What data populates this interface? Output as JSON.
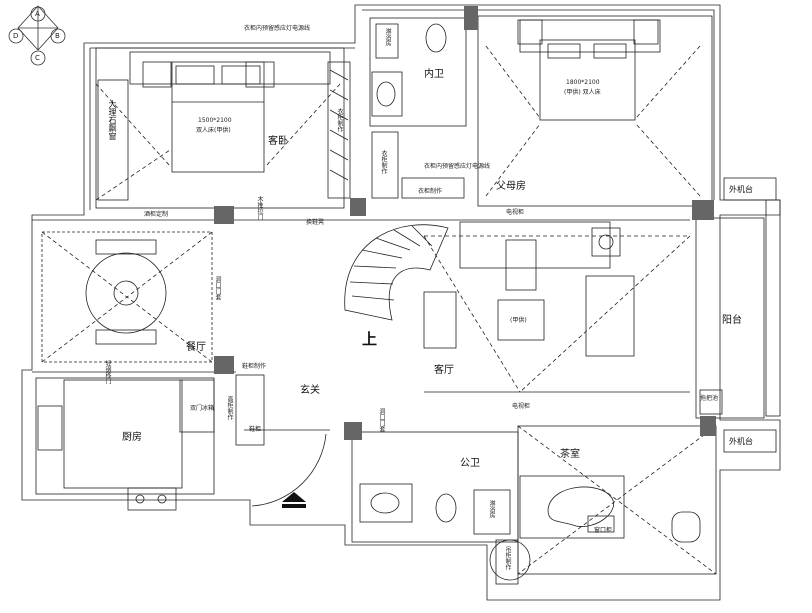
{
  "compass": {
    "a": "A",
    "b": "B",
    "c": "C",
    "d": "D"
  },
  "rooms": {
    "guest_bedroom": "客卧",
    "parents_room": "父母房",
    "inner_bath": "内卫",
    "dining": "餐厅",
    "kitchen": "厨房",
    "foyer": "玄关",
    "living": "客厅",
    "balcony": "阳台",
    "public_bath": "公卫",
    "tea_room": "茶室",
    "ac_platform_top": "外机台",
    "ac_platform_bottom": "外机台",
    "marble_table": "大理石飘窗"
  },
  "notes": {
    "top_wardrobe_light": "衣柜内预留感应灯电源线",
    "mid_wardrobe_light": "衣柜内预留感应灯电源线",
    "bed_guest_size": "1500*2100",
    "bed_guest_type": "双人床(甲供)",
    "bed_parent_size": "1800*2100",
    "bed_parent_type": "(甲供) 双人床",
    "shower_inner": "淋浴房",
    "shower_public": "淋浴房",
    "wardrobe_a": "衣柜制作",
    "wardrobe_b": "衣柜制作",
    "wardrobe_c": "衣柜制作",
    "custom_cab": "酒柜定制",
    "wood_sliding": "木推拉门",
    "shoe_stool": "换鞋凳",
    "opening_1": "洞口门套",
    "opening_2": "洞口门套",
    "light_sliding": "轻钢移门",
    "fridge": "双门冰箱",
    "tv_cab_mark": "电视柜",
    "tv_cabinet": "电视柜",
    "tall_cab": "高柜制作",
    "shoe_cab": "鞋柜",
    "storage": "鞋柜制作",
    "supply_tag": "(甲供)",
    "stairs_up": "上",
    "planter": "拖把池",
    "cab_make": "吊柜制作",
    "ac_unit": "窗口柜"
  }
}
